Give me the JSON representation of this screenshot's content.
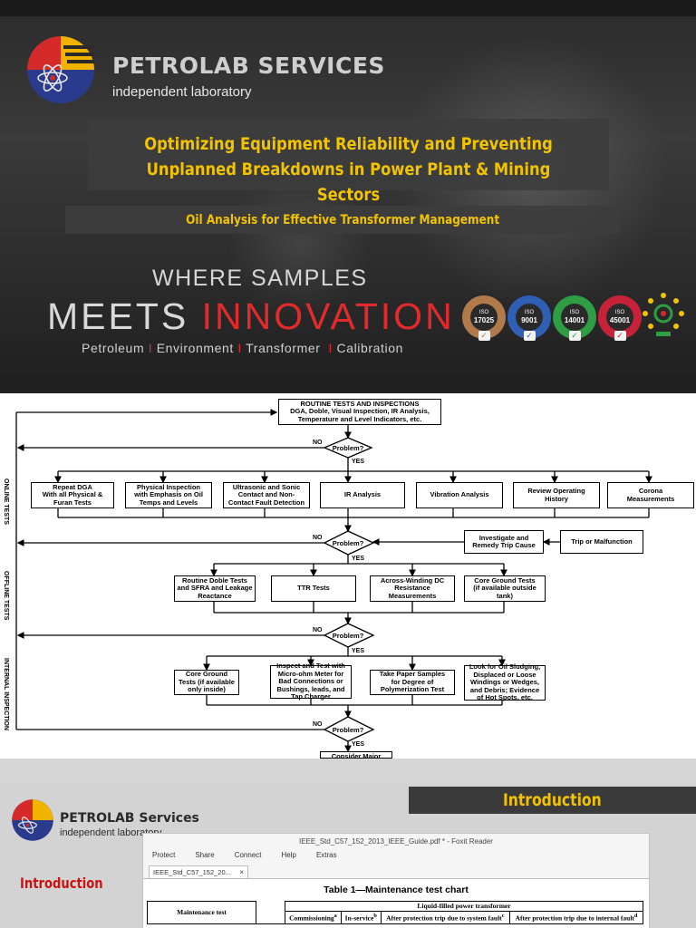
{
  "banner": {
    "brand": "PETROLAB SERVICES",
    "sub_brand": "independent laboratory",
    "headline_line1": "Optimizing Equipment Reliability and Preventing",
    "headline_line2": "Unplanned Breakdowns in Power Plant & Mining Sectors",
    "subheadline": "Oil Analysis  for Effective Transformer Management",
    "tag_line1": "WHERE SAMPLES",
    "tag_line2_a": "MEETS ",
    "tag_line2_b": "INNOVATION",
    "services": [
      "Petroleum",
      "Environment",
      "Transformer",
      "Calibration"
    ],
    "iso_badges": [
      {
        "label": "ISO",
        "number": "17025",
        "ring": "#b07a4a",
        "check": "#b07a4a"
      },
      {
        "label": "ISO",
        "number": "9001",
        "ring": "#2f5fb5",
        "check": "#2f5fb5"
      },
      {
        "label": "ISO",
        "number": "14001",
        "ring": "#2e9d44",
        "check": "#2e9d44"
      },
      {
        "label": "ISO",
        "number": "45001",
        "ring": "#c8223b",
        "check": "#c8223b"
      }
    ],
    "accent_yellow": "#f2c300",
    "accent_red": "#e22a2a"
  },
  "flowchart": {
    "start": "ROUTINE TESTS AND INSPECTIONS\nDGA, Doble, Visual Inspection, IR Analysis,\nTemperature and Level Indicators, etc.",
    "decision_label": "Problem?",
    "yes_label": "YES",
    "no_label": "NO",
    "online_tests": [
      "Repeat DGA\nWith all Physical &\nFuran Tests",
      "Physical Inspection\nwith Emphasis on Oil\nTemps and Levels",
      "Ultrasonic and Sonic\nContact and Non-\nContact Fault Detection",
      "IR Analysis",
      "Vibration Analysis",
      "Review Operating\nHistory",
      "Corona\nMeasurements"
    ],
    "investigate": "Investigate and\nRemedy Trip Cause",
    "trip": "Trip or Malfunction",
    "offline_tests": [
      "Routine Doble Tests\nand SFRA and Leakage\nReactance",
      "TTR Tests",
      "Across-Winding DC\nResistance\nMeasurements",
      "Core Ground Tests\n(if available outside\ntank)"
    ],
    "internal_tests": [
      "Core Ground\nTests (if available\nonly inside)",
      "Inspect and Test with\nMicro-ohm Meter for\nBad Connections or\nBushings, leads, and\nTap Charger",
      "Take Paper Samples\nfor Degree of\nPolymerization Test",
      "Look for Oil Sludging,\nDisplaced or Loose\nWindings or Wedges,\nand Debris; Evidence\nof Hot Spots, etc."
    ],
    "final": "Consider Major\nRehabilitation or\nReplacement",
    "side_online": "ONLINE TESTS",
    "side_offline": "OFFLINE TESTS",
    "side_internal": "INTERNAL INSPECTION"
  },
  "intro": {
    "tab_title": "Introduction",
    "brand": "PETROLAB Services",
    "sub_brand": "independent laboratory",
    "left_title": "Introduction",
    "reader_title": "IEEE_Std_C57_152_2013_IEEE_Guide.pdf * - Foxit Reader",
    "menu": [
      "Protect",
      "Share",
      "Connect",
      "Help",
      "Extras"
    ],
    "doc_tab": "IEEE_Std_C57_152_20...",
    "close": "×",
    "table_title": "Table 1—Maintenance test chart",
    "table": {
      "row_header": "Maintenance test",
      "group_header": "Liquid-filled power transformer",
      "columns": [
        "Commissioning",
        "In-service",
        "After protection trip due to system fault",
        "After protection trip due to internal fault"
      ],
      "superscripts": [
        "a",
        "b",
        "c",
        "d"
      ]
    }
  }
}
